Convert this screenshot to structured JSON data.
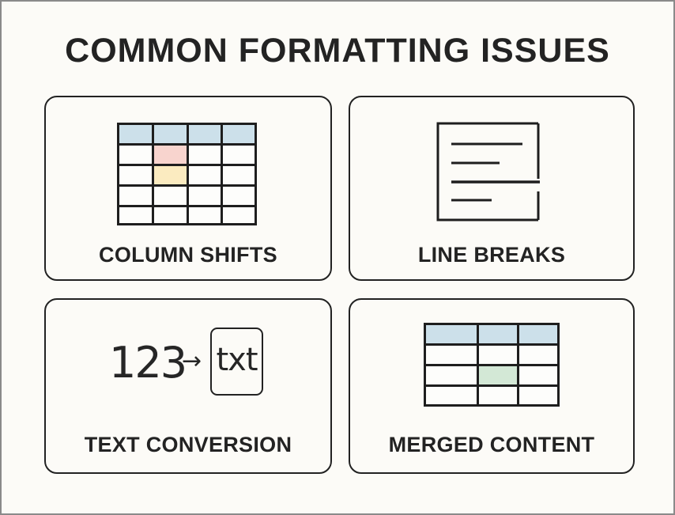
{
  "title": "COMMON FORMATTING ISSUES",
  "colors": {
    "background": "#fcfbf7",
    "frame_border": "#8a8a8a",
    "ink": "#222222",
    "header_blue": "#cce0ea",
    "highlight_pink": "#f8d4ce",
    "highlight_yellow": "#fbebc0",
    "highlight_green": "#d3e8d6"
  },
  "cards": [
    {
      "label": "COLUMN SHIFTS",
      "icon": "table-grid-icon",
      "grid": {
        "columns": 4,
        "rows": 5,
        "header_row": true,
        "highlights": [
          {
            "row": 1,
            "col": 1,
            "color": "pink"
          },
          {
            "row": 2,
            "col": 1,
            "color": "yellow"
          }
        ]
      }
    },
    {
      "label": "LINE BREAKS",
      "icon": "document-lines-icon"
    },
    {
      "label": "TEXT CONVERSION",
      "icon": "number-to-text-icon",
      "number_text": "123",
      "arrow": "→",
      "box_text": "txt"
    },
    {
      "label": "MERGED CONTENT",
      "icon": "table-grid-icon",
      "grid": {
        "columns": 3,
        "rows": 4,
        "header_row": true,
        "highlights": [
          {
            "row": 2,
            "col": 1,
            "color": "green"
          }
        ]
      }
    }
  ]
}
